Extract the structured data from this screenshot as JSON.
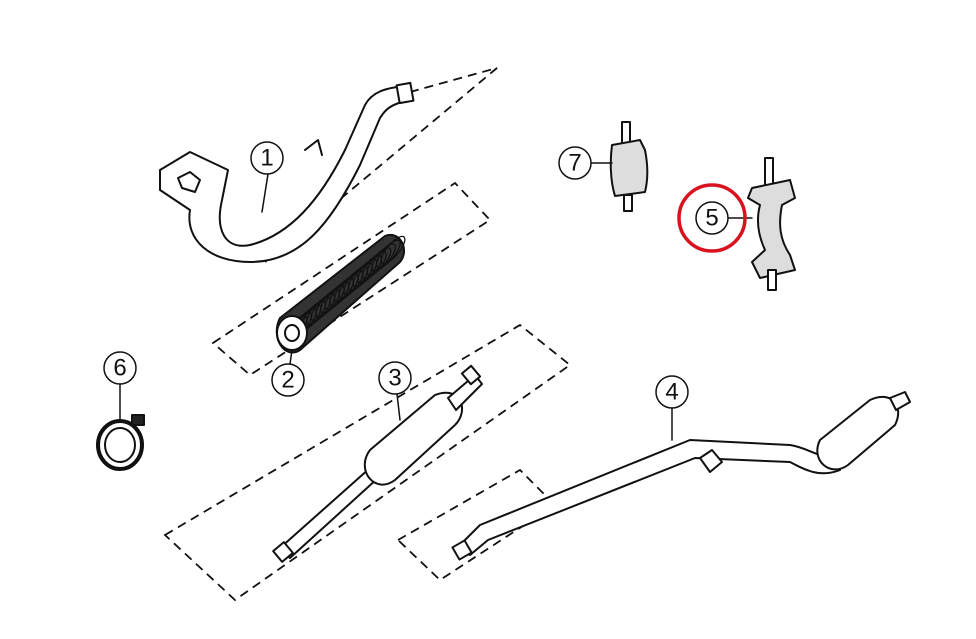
{
  "diagram": {
    "type": "exploded-parts-diagram",
    "callouts": [
      {
        "label": "1",
        "part": "exhaust-header-pipe"
      },
      {
        "label": "2",
        "part": "heat-shield-sleeve"
      },
      {
        "label": "3",
        "part": "rear-pipe-with-muffler"
      },
      {
        "label": "4",
        "part": "tail-pipe-with-muffler"
      },
      {
        "label": "5",
        "part": "rubber-mount-large"
      },
      {
        "label": "6",
        "part": "hose-clamp"
      },
      {
        "label": "7",
        "part": "rubber-mount-small"
      }
    ],
    "highlighted_callout": "5",
    "highlight_color": "#d9121f"
  }
}
